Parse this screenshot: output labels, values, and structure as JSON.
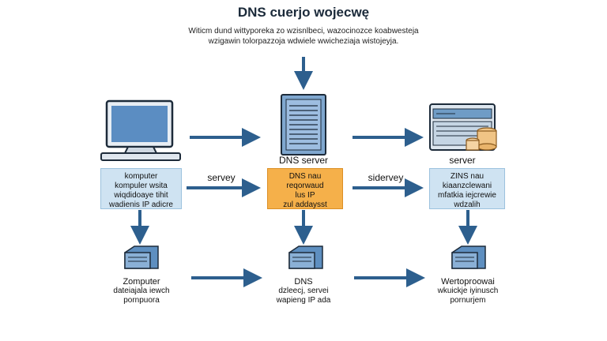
{
  "title": "DNS cuerjo wojecwę",
  "subtitle": [
    "Witicm dund wittyporeka zo wzisnlbeci, wazocinozce koabwesteja",
    "wzigawin tolorpazzoja wdwiele wwicheziaja wistojeyja."
  ],
  "server_top_label": "DNS server",
  "server_right_label": "server",
  "box_left": [
    "komputer",
    "kompuler wsita",
    "wiqdidoaye tihit",
    "wadienis IP adicre"
  ],
  "box_center": [
    "DNS nau",
    "reqorwaud",
    "lus IP",
    "zul addaysst"
  ],
  "box_right": [
    "ZINS nau",
    "kiaanzclewani",
    "mfatkia iejcrewie",
    "wdzalih"
  ],
  "arrow_label_left": "servey",
  "arrow_label_right": "sidervey",
  "bottom_left": [
    "Zomputer",
    "dateiajala iewch",
    "pornpuora"
  ],
  "bottom_center": [
    "DNS",
    "dzleecj, servei",
    "wapieng IP ada"
  ],
  "bottom_right": [
    "Wertoproowai",
    "wkuickje iyinusch",
    "pornurjem"
  ],
  "colors": {
    "arrow": "#2d5f8e",
    "box_blue": "#cfe3f2",
    "box_orange": "#f5b04a",
    "device_blue": "#6f9cc6"
  },
  "icons": [
    "computer-monitor-icon",
    "server-tower-icon",
    "server-database-icon",
    "server-box-icon"
  ]
}
